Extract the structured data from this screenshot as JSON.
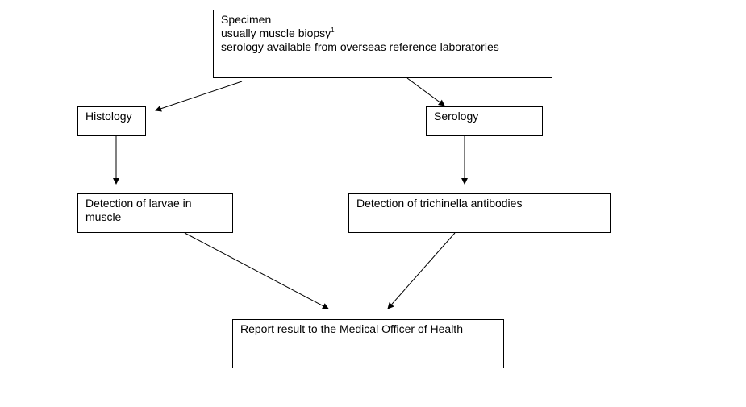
{
  "specimen": {
    "line1": "Specimen",
    "line2": "usually muscle biopsy",
    "line2_footnote": "1",
    "line3": "serology available from overseas reference laboratories"
  },
  "histology": {
    "label": "Histology"
  },
  "serology": {
    "label": "Serology"
  },
  "larvae": {
    "label": "Detection of larvae in muscle"
  },
  "antibodies": {
    "label": "Detection of trichinella antibodies"
  },
  "report": {
    "label": "Report result to the Medical Officer of Health"
  },
  "colors": {
    "stroke": "#000000",
    "background": "#ffffff"
  }
}
